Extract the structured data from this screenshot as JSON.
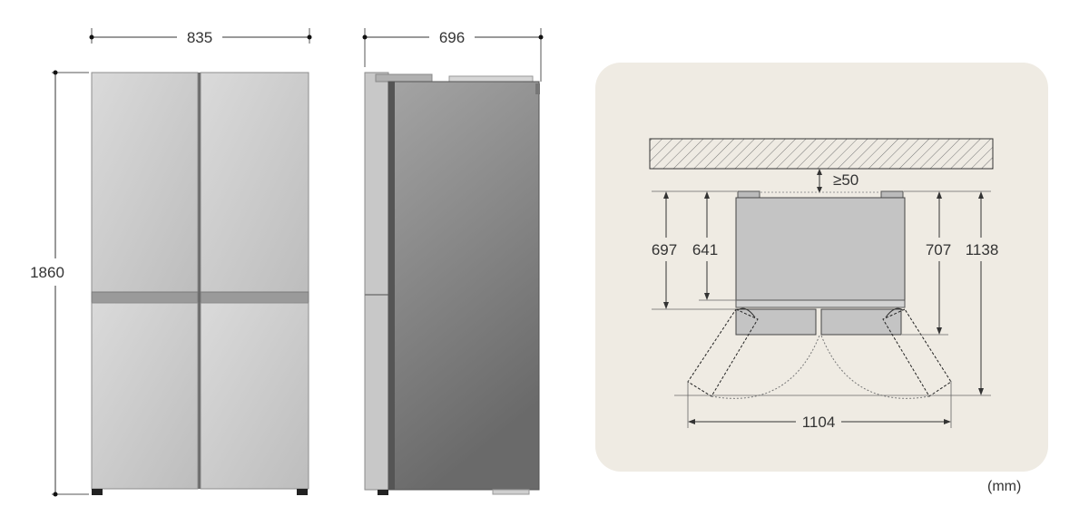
{
  "figure": {
    "front_view": {
      "width_label": "835",
      "height_label": "1860"
    },
    "side_view": {
      "depth_label": "696"
    },
    "top_view": {
      "wall_clearance_label": "≥50",
      "depth_labels": [
        "697",
        "641",
        "707",
        "1138"
      ],
      "door_open_width_label": "1104"
    },
    "unit_label": "(mm)"
  },
  "colors": {
    "panel_background": "#efebe3",
    "body_fill": "#c4c4c4",
    "line": "#333333"
  }
}
